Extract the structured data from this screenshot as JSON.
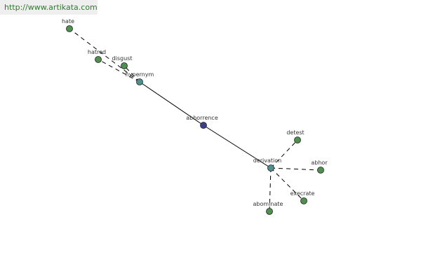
{
  "header": {
    "url": "http://www.artikata.com"
  },
  "graph": {
    "colors": {
      "center_node": "#3b3f8a",
      "relation_node": "#4f8f8f",
      "word_node": "#4f8f4f",
      "edge": "#000000"
    },
    "nodes": [
      {
        "id": "abhorrence",
        "label": "abhorrence",
        "kind": "center"
      },
      {
        "id": "hypernym",
        "label": "hypernym",
        "kind": "relation"
      },
      {
        "id": "derivation",
        "label": "derivation",
        "kind": "relation"
      },
      {
        "id": "hate",
        "label": "hate",
        "kind": "word"
      },
      {
        "id": "hatred",
        "label": "hatred",
        "kind": "word"
      },
      {
        "id": "disgust",
        "label": "disgust",
        "kind": "word"
      },
      {
        "id": "detest",
        "label": "detest",
        "kind": "word"
      },
      {
        "id": "abhor",
        "label": "abhor",
        "kind": "word"
      },
      {
        "id": "execrate",
        "label": "execrate",
        "kind": "word"
      },
      {
        "id": "abominate",
        "label": "abominate",
        "kind": "word"
      }
    ],
    "edges": [
      {
        "from": "abhorrence",
        "to": "hypernym",
        "style": "solid"
      },
      {
        "from": "abhorrence",
        "to": "derivation",
        "style": "solid"
      },
      {
        "from": "hypernym",
        "to": "hate",
        "style": "dashed"
      },
      {
        "from": "hypernym",
        "to": "hatred",
        "style": "dashed"
      },
      {
        "from": "hypernym",
        "to": "disgust",
        "style": "dashed"
      },
      {
        "from": "derivation",
        "to": "detest",
        "style": "dashed"
      },
      {
        "from": "derivation",
        "to": "abhor",
        "style": "dashed"
      },
      {
        "from": "derivation",
        "to": "execrate",
        "style": "dashed"
      },
      {
        "from": "derivation",
        "to": "abominate",
        "style": "dashed"
      }
    ]
  }
}
